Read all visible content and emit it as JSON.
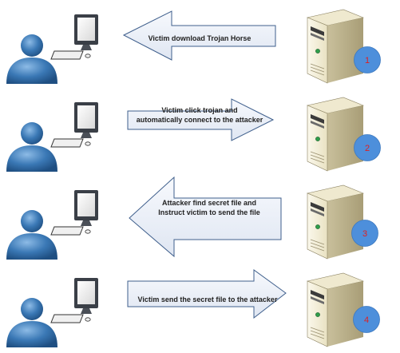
{
  "colors": {
    "arrow_fill": "#eef2f9",
    "arrow_stroke": "#3f5f8c",
    "badge_fill": "#4d8fdb",
    "badge_text": "#e02020",
    "user_body": "#3a78b5",
    "server_body": "#f4efda"
  },
  "icons": {
    "user": "person-at-computer-icon",
    "server": "server-tower-icon"
  },
  "steps": [
    {
      "direction": "left",
      "lines": [
        "Victim download Trojan Horse"
      ],
      "badge": "1"
    },
    {
      "direction": "right",
      "lines": [
        "Victim click trojan and",
        "automatically connect to the attacker"
      ],
      "badge": "2"
    },
    {
      "direction": "left",
      "lines": [
        "Attacker find secret file and",
        "Instruct victim to send the file"
      ],
      "badge": "3"
    },
    {
      "direction": "right",
      "lines": [
        "Victim send the secret file to the attacker"
      ],
      "badge": "4"
    }
  ]
}
